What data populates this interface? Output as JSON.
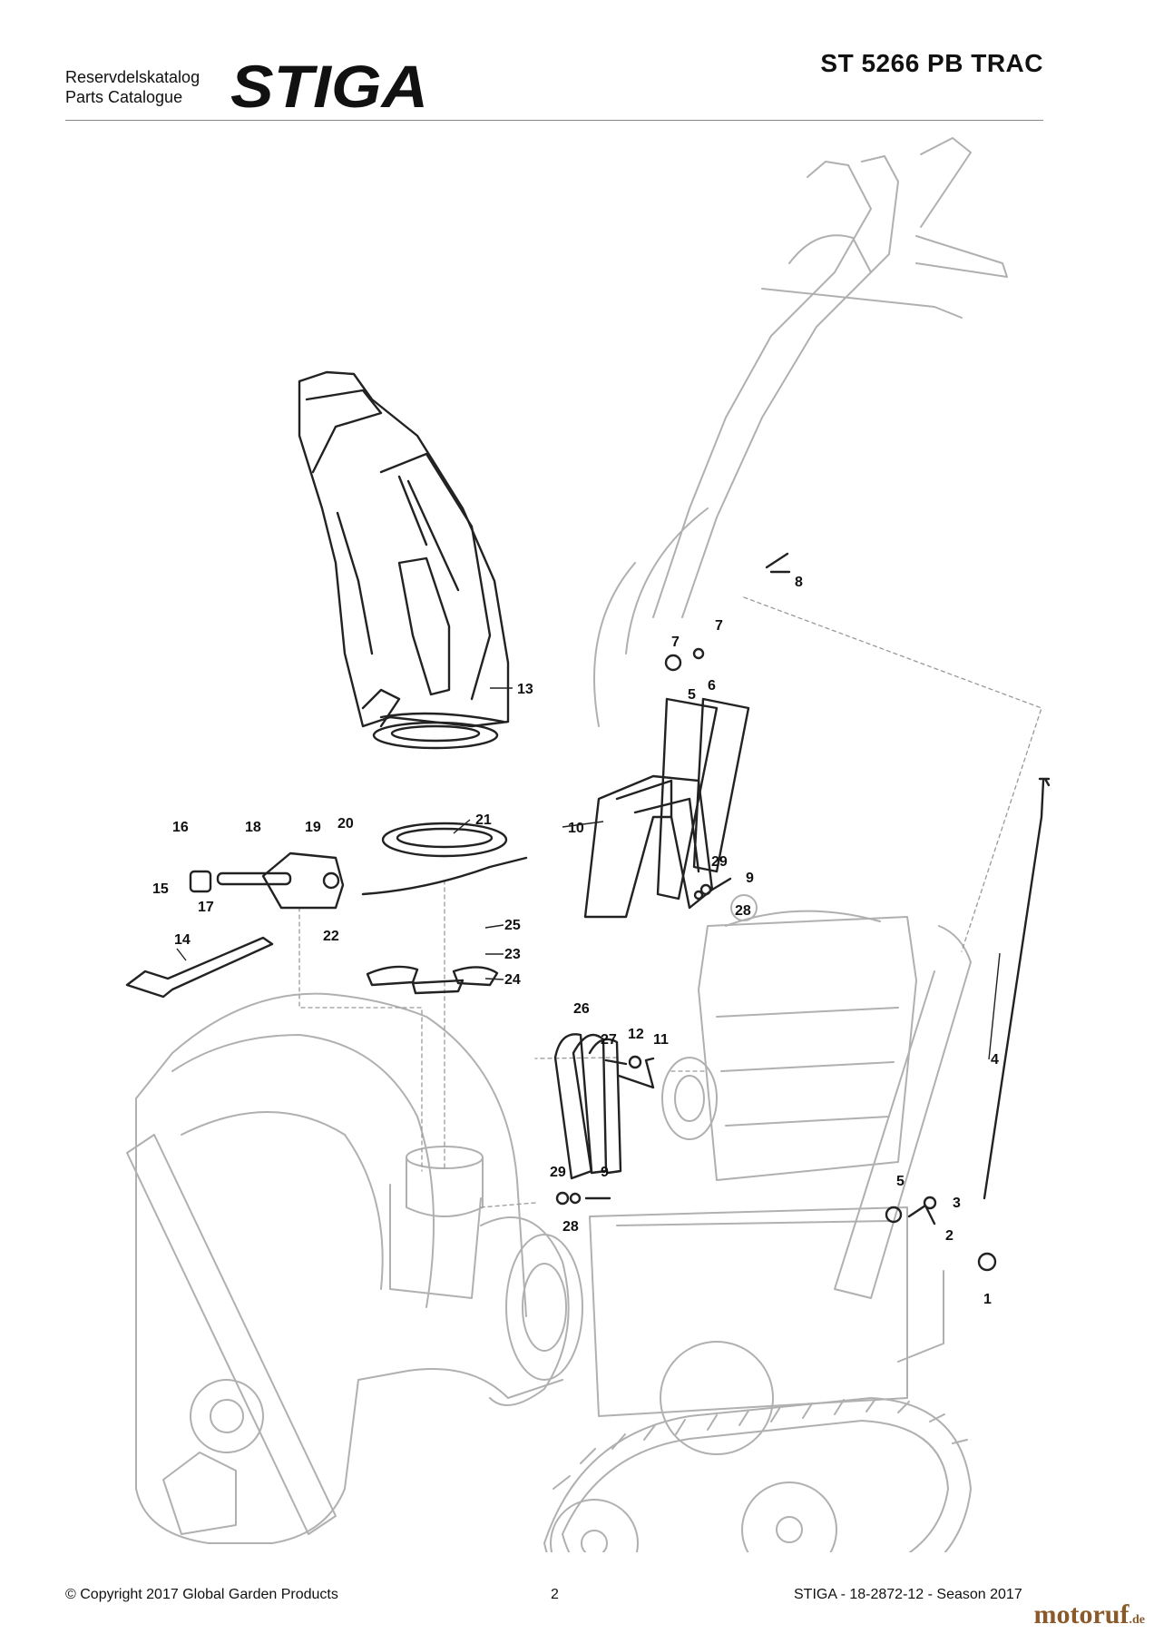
{
  "header": {
    "line1": "Reservdelskatalog",
    "line2": "Parts Catalogue",
    "brand": "STIGA",
    "model": "ST 5266 PB TRAC"
  },
  "callouts": [
    "1",
    "2",
    "3",
    "4",
    "5",
    "5",
    "6",
    "7",
    "7",
    "8",
    "9",
    "9",
    "10",
    "11",
    "12",
    "13",
    "14",
    "15",
    "16",
    "17",
    "18",
    "19",
    "20",
    "21",
    "22",
    "23",
    "24",
    "25",
    "26",
    "27",
    "28",
    "28",
    "29",
    "29"
  ],
  "footer": {
    "copyright": "© Copyright 2017 Global Garden Products",
    "page": "2",
    "doc_ref": "STIGA - 18-2872-12 - Season 2017"
  },
  "watermark": {
    "name": "motoruf",
    "tld": ".de"
  },
  "colors": {
    "text": "#111111",
    "rule": "#888888",
    "line_art": "#b0b0b0",
    "part_art": "#222222",
    "watermark": "#8b5a2b"
  }
}
